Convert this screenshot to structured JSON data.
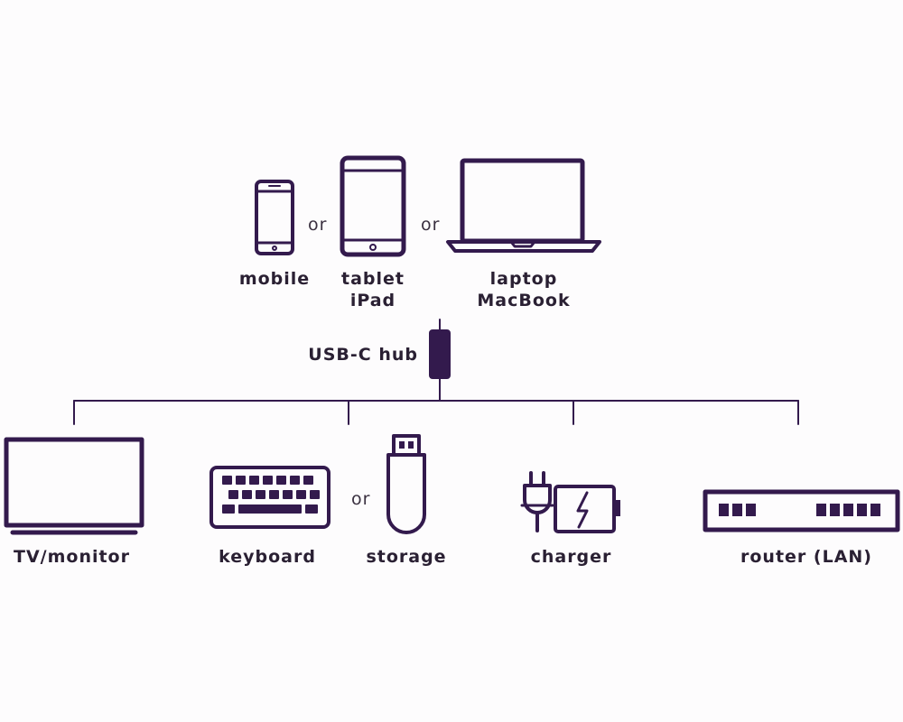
{
  "colors": {
    "stroke": "#331a4d",
    "text": "#2a2033",
    "background": "#fdfcfd"
  },
  "sources": [
    {
      "icon": "mobile-phone-icon",
      "label": "mobile"
    },
    {
      "icon": "tablet-icon",
      "label_line1": "tablet",
      "label_line2": "iPad"
    },
    {
      "icon": "laptop-icon",
      "label_line1": "laptop",
      "label_line2": "MacBook"
    }
  ],
  "or_text": "or",
  "hub": {
    "icon": "usb-c-hub-icon",
    "label": "USB-C hub"
  },
  "outputs": [
    {
      "icon": "tv-monitor-icon",
      "label": "TV/monitor"
    },
    {
      "icon": "keyboard-icon",
      "label": "keyboard"
    },
    {
      "icon": "usb-storage-icon",
      "label": "storage"
    },
    {
      "icon": "charger-icon",
      "label": "charger"
    },
    {
      "icon": "router-icon",
      "label": "router (LAN)"
    }
  ]
}
